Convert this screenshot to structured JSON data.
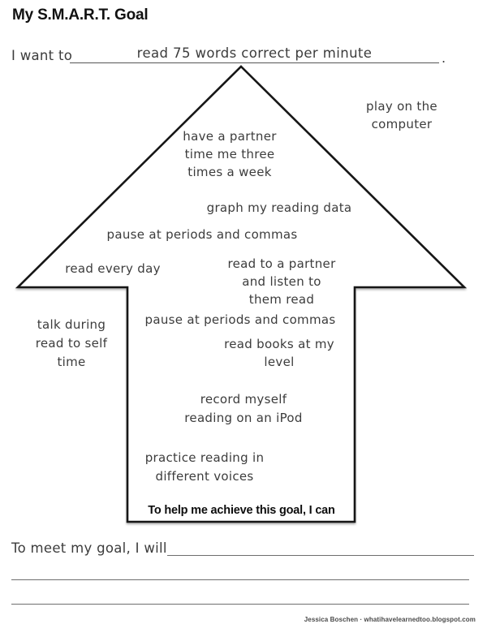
{
  "title": "My S.M.A.R.T. Goal",
  "goal_prompt": {
    "label": "I want to",
    "answer": "read 75 words correct per minute",
    "suffix": "."
  },
  "notes": {
    "play_on_computer": "play on the\ncomputer",
    "have_partner": "have a partner\ntime me three\ntimes a week",
    "graph_data": "graph my reading data",
    "pause_periods_top": "pause at periods and commas",
    "read_every_day": "read every day",
    "read_to_partner": "read to a partner\nand listen to\nthem read",
    "pause_periods_mid": "pause at periods and commas",
    "talk_during": "talk during\nread to self\ntime",
    "read_books": "read books at my\nlevel",
    "record_myself": "record myself\nreading on an iPod",
    "practice_voices": "practice reading in\ndifferent voices"
  },
  "arrow_caption": "To help me achieve this goal, I can",
  "bottom_prompt": {
    "label": "To meet my goal, I will"
  },
  "credit": "Jessica Boschen · whatihavelearnedtoo.blogspot.com",
  "colors": {
    "ink": "#161616",
    "handwriting": "#3c3c3c",
    "rule_line": "#6e6e6e"
  }
}
